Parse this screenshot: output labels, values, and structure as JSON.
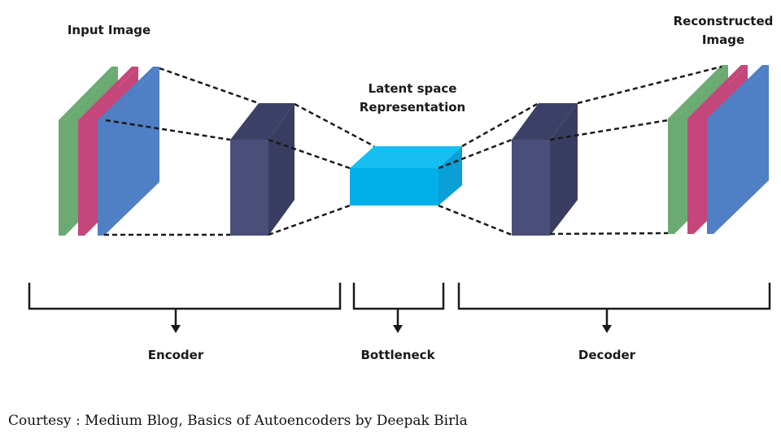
{
  "labels": {
    "input_image": "Input Image",
    "reconstructed_line1": "Reconstructed",
    "reconstructed_line2": "Image",
    "latent_line1": "Latent space",
    "latent_line2": "Representation",
    "encoder": "Encoder",
    "bottleneck": "Bottleneck",
    "decoder": "Decoder"
  },
  "caption": "Courtesy : Medium Blog, Basics of Autoencoders by Deepak Birla",
  "colors": {
    "green": "#6bab73",
    "pink": "#c4467a",
    "blue": "#4f7fc4",
    "block_front": "#4a4e78",
    "block_top": "#3d4066",
    "block_side": "#3a3d62",
    "latent_front": "#00aeea",
    "latent_top": "#16bff2",
    "latent_side": "#0a9fd6"
  }
}
